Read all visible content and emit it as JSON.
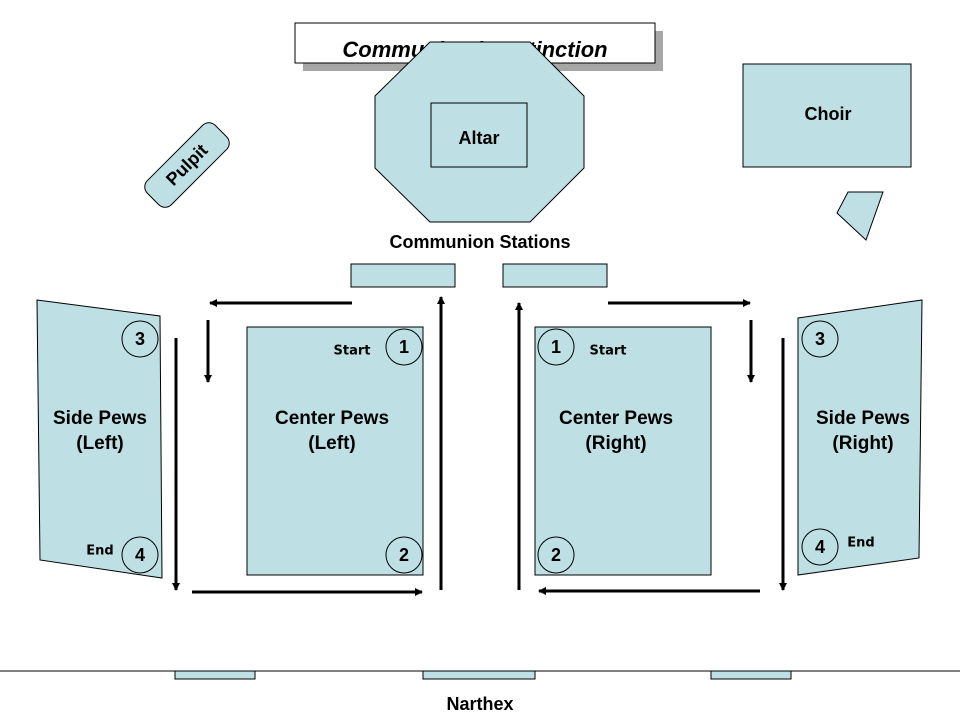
{
  "title": "Communion by Intinction",
  "altar": "Altar",
  "choir": "Choir",
  "pulpit": "Pulpit",
  "communion_stations": "Communion Stations",
  "side_pews_left": {
    "line1": "Side Pews",
    "line2": "(Left)"
  },
  "center_pews_left": {
    "line1": "Center Pews",
    "line2": "(Left)"
  },
  "center_pews_right": {
    "line1": "Center Pews",
    "line2": "(Right)"
  },
  "side_pews_right": {
    "line1": "Side Pews",
    "line2": "(Right)"
  },
  "markers": {
    "one": "1",
    "two": "2",
    "three": "3",
    "four": "4",
    "start": "Start",
    "end": "End"
  },
  "narthex": "Narthex",
  "colors": {
    "fill": "#bee0e4",
    "stroke": "#000000",
    "shadow": "#a6a6a6"
  }
}
